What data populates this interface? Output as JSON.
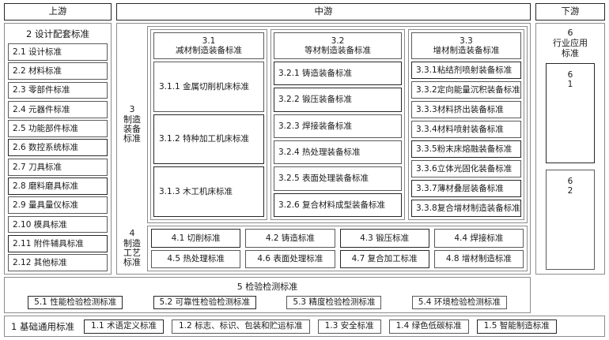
{
  "headers": {
    "upstream": "上游",
    "midstream": "中游",
    "downstream": "下游"
  },
  "upstream": {
    "title": "2 设计配套标准",
    "items": [
      {
        "label": "2.1 设计标准"
      },
      {
        "label": "2.2 材料标准"
      },
      {
        "label": "2.3 零部件标准"
      },
      {
        "label": "2.4 元器件标准"
      },
      {
        "label": "2.5 功能部件标准"
      },
      {
        "label": "2.6 数控系统标准"
      },
      {
        "label": "2.7 刀具标准"
      },
      {
        "label": "2.8 磨料磨具标准"
      },
      {
        "label": "2.9 量具量仪标准"
      },
      {
        "label": "2.10 模具标准"
      },
      {
        "label": "2.11 附件辅具标准"
      },
      {
        "label": "2.12 其他标准"
      }
    ]
  },
  "midstream": {
    "equipment": {
      "side_label": "3\n制造\n装备\n标准",
      "columns": [
        {
          "number": "3.1",
          "name": "减材制造装备标准",
          "items": [
            "3.1.1 金属切削机床标准",
            "3.1.2 特种加工机床标准",
            "3.1.3 木工机床标准"
          ]
        },
        {
          "number": "3.2",
          "name": "等材制造装备标准",
          "items": [
            "3.2.1 铸造装备标准",
            "3.2.2 锻压装备标准",
            "3.2.3 焊接装备标准",
            "3.2.4 热处理装备标准",
            "3.2.5 表面处理装备标准",
            "3.2.6 复合材料成型装备标准"
          ]
        },
        {
          "number": "3.3",
          "name": "增材制造装备标准",
          "items": [
            "3.3.1粘结剂喷射装备标准",
            "3.3.2定向能量沉积装备标准",
            "3.3.3材料挤出装备标准",
            "3.3.4材料喷射装备标准",
            "3.3.5粉末床熔融装备标准",
            "3.3.6立体光固化装备标准",
            "3.3.7薄材叠层装备标准",
            "3.3.8复合增材制造装备标准"
          ]
        }
      ]
    },
    "process": {
      "side_label": "4\n制造\n工艺\n标准",
      "items": [
        "4.1 切削标准",
        "4.2 铸造标准",
        "4.3 锻压标准",
        "4.4 焊接标准",
        "4.5 热处理标准",
        "4.6 表面处理标准",
        "4.7 复合加工标准",
        "4.8 增材制造标准"
      ]
    }
  },
  "downstream": {
    "title": "6\n行业应用\n标准",
    "items": [
      "6\n1",
      "6\n2"
    ]
  },
  "inspection": {
    "title": "5 检验检测标准",
    "items": [
      "5.1 性能检验检测标准",
      "5.2 可靠性检验检测标准",
      "5.3 精度检验检测标准",
      "5.4 环境检验检测标准"
    ]
  },
  "foundation": {
    "title": "1 基础通用标准",
    "items": [
      "1.1 术语定义标准",
      "1.2 标志、标识、包装和贮运标准",
      "1.3 安全标准",
      "1.4 绿色低碳标准",
      "1.5 智能制造标准"
    ]
  }
}
